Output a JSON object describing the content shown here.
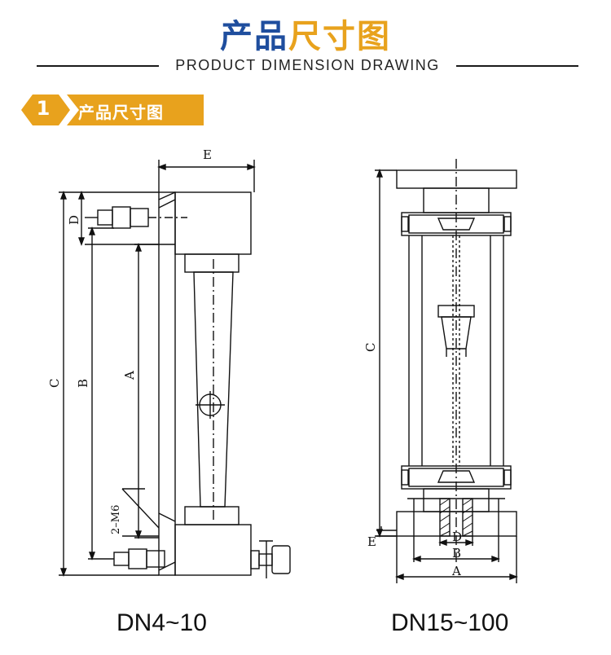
{
  "header": {
    "title_part1": "产品",
    "title_part2": "尺寸图",
    "subtitle": "PRODUCT DIMENSION DRAWING"
  },
  "section": {
    "number": "1",
    "label": "产品尺寸图"
  },
  "colors": {
    "title_blue": "#1f4e9e",
    "accent_orange": "#e8a21d"
  },
  "drawings": {
    "left": {
      "caption": "DN4~10",
      "dim_e": "E",
      "dim_d": "D",
      "dim_c": "C",
      "dim_b": "B",
      "dim_a": "A",
      "thread": "2–M6"
    },
    "right": {
      "caption": "DN15~100",
      "dim_c": "C",
      "dim_e": "E",
      "dim_d": "D",
      "dim_b": "B",
      "dim_a": "A"
    }
  }
}
